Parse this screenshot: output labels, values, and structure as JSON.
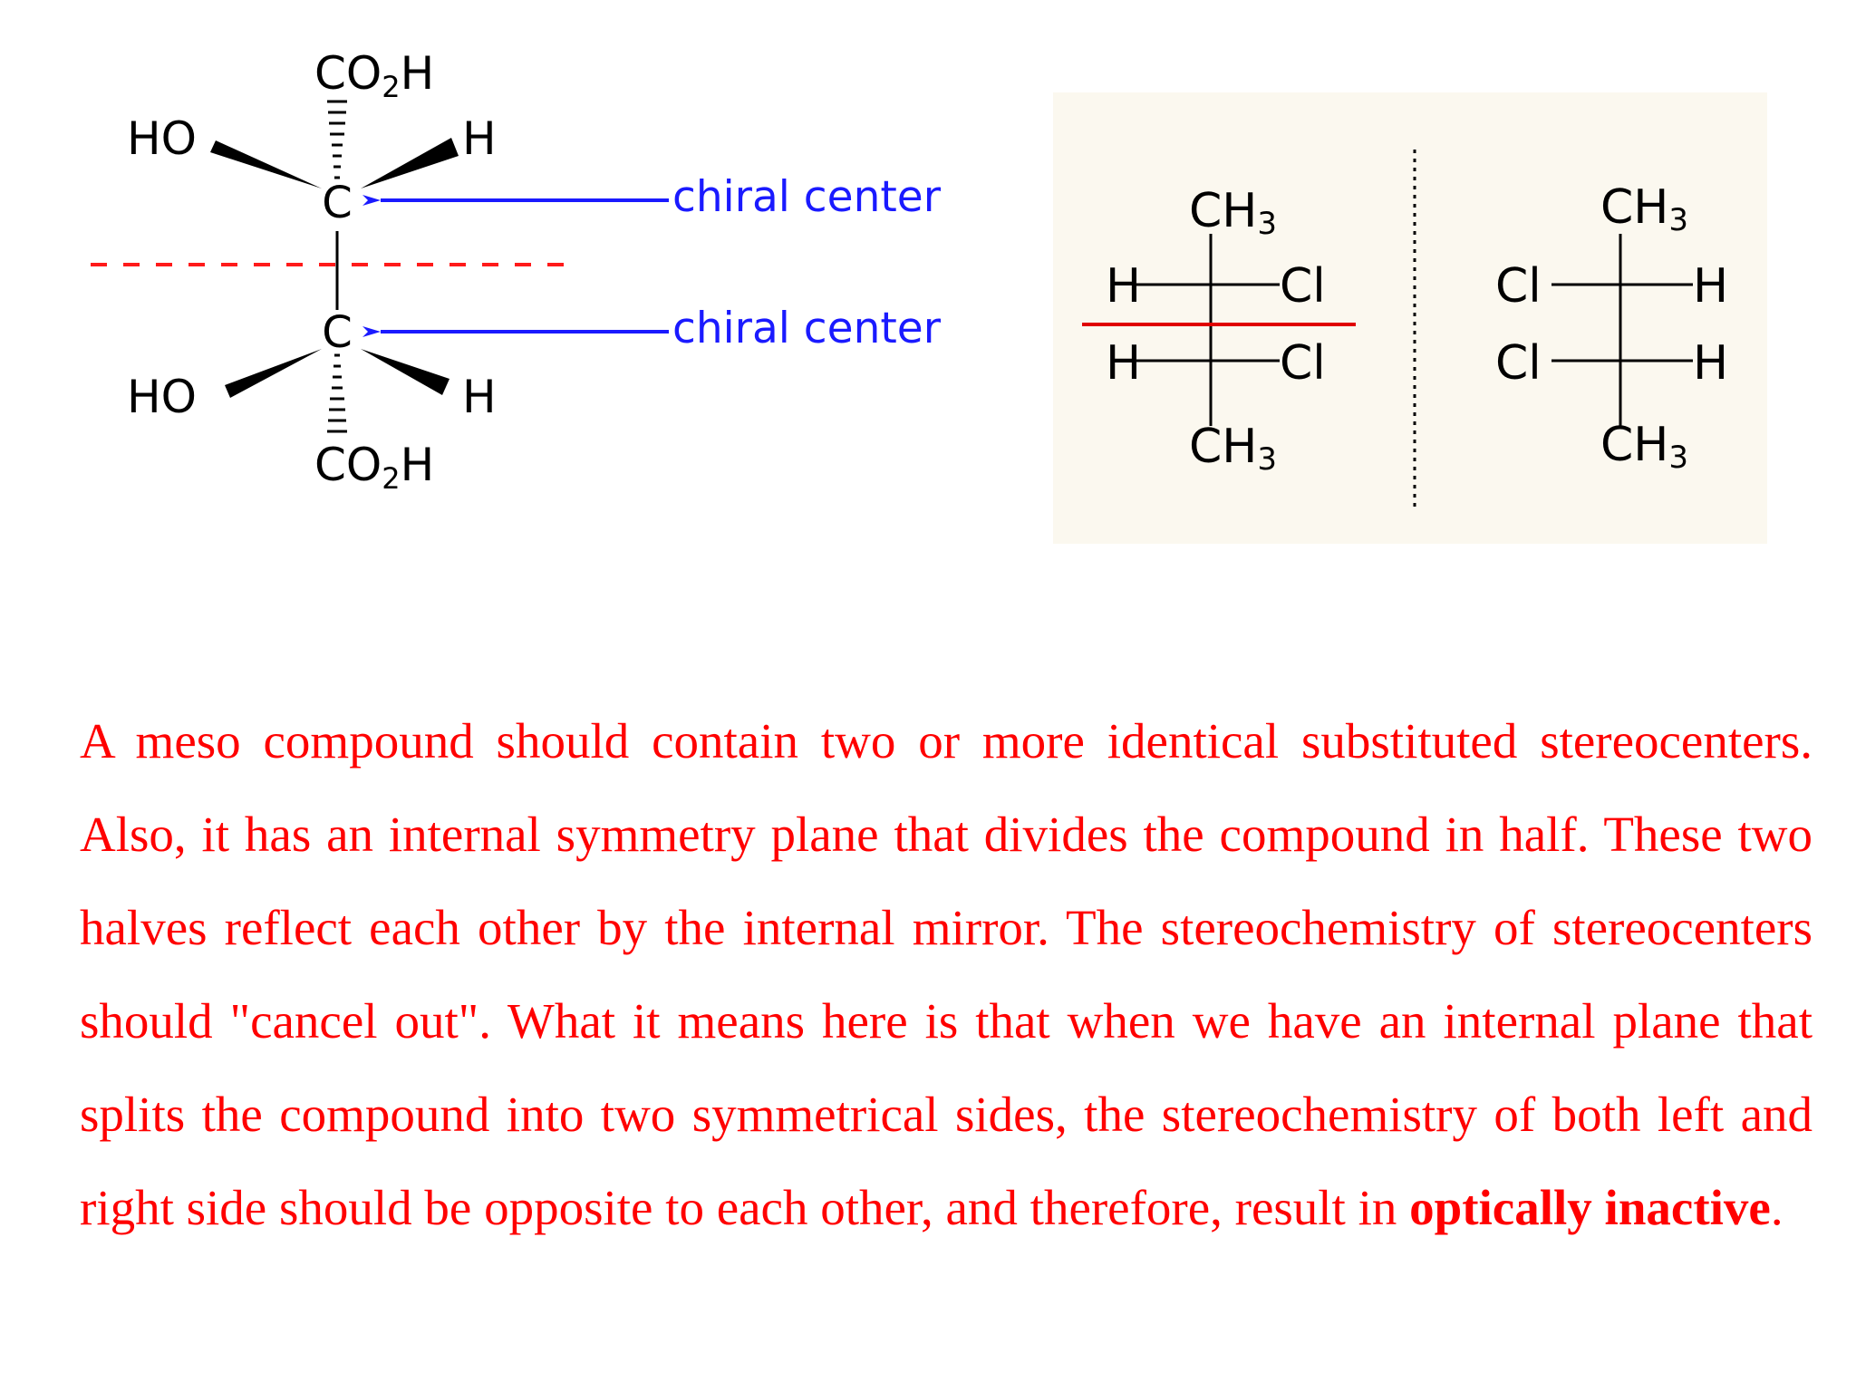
{
  "tartaric_acid": {
    "top_group": "CO",
    "top_group_sub": "2",
    "top_group_end": "H",
    "bottom_group": "CO",
    "bottom_group_sub": "2",
    "bottom_group_end": "H",
    "upper_carbon": "C",
    "lower_carbon": "C",
    "upper_left": "HO",
    "upper_right": "H",
    "lower_left": "HO",
    "lower_right": "H",
    "callout_upper": "chiral center",
    "callout_lower": "chiral center"
  },
  "fischer": {
    "left": {
      "top": "CH",
      "top_sub": "3",
      "bottom": "CH",
      "bottom_sub": "3",
      "row1_left": "H",
      "row1_right": "Cl",
      "row2_left": "H",
      "row2_right": "Cl"
    },
    "right": {
      "top": "CH",
      "top_sub": "3",
      "bottom": "CH",
      "bottom_sub": "3",
      "row1_left": "Cl",
      "row1_right": "H",
      "row2_left": "Cl",
      "row2_right": "H"
    }
  },
  "paragraph": {
    "text_before": "A meso compound should contain two or more identical substituted stereocenters. Also, it has an internal symmetry plane that divides the compound in half. These two halves reflect each other by the internal mirror. The stereochemistry of stereocenters should \"cancel out\". What it means here is that when we have an internal plane that splits the compound into two symmetrical sides, the stereochemistry of both left and right side should be opposite to each other, and therefore, result in ",
    "emphasis": "optically inactive",
    "text_after": "."
  },
  "colors": {
    "paragraph_text": "#ff0000",
    "callout_arrow": "#1a1aff",
    "symmetry_plane": "#ff0000",
    "fischer_panel_bg": "#fbf8ef"
  }
}
